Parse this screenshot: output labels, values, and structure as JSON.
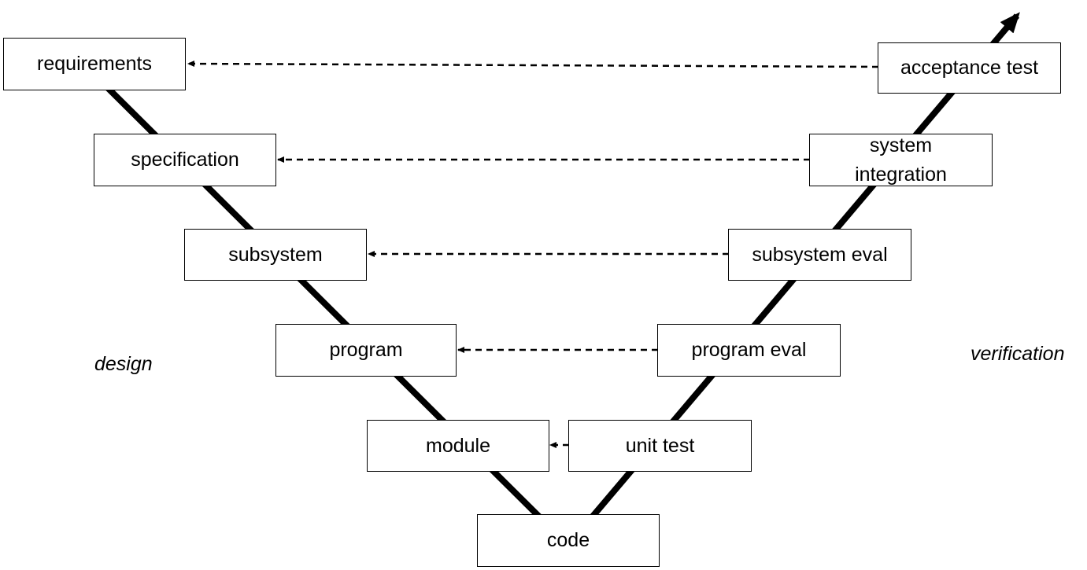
{
  "design_label": "design",
  "verification_label": "verification",
  "design_steps": [
    "requirements",
    "specification",
    "subsystem",
    "program",
    "module"
  ],
  "center_step": "code",
  "verification_steps": [
    "acceptance test",
    "system\nintegration",
    "subsystem eval",
    "program eval",
    "unit test"
  ],
  "colors": {
    "line": "#000000",
    "box_border": "#000000",
    "box_fill": "#ffffff"
  }
}
